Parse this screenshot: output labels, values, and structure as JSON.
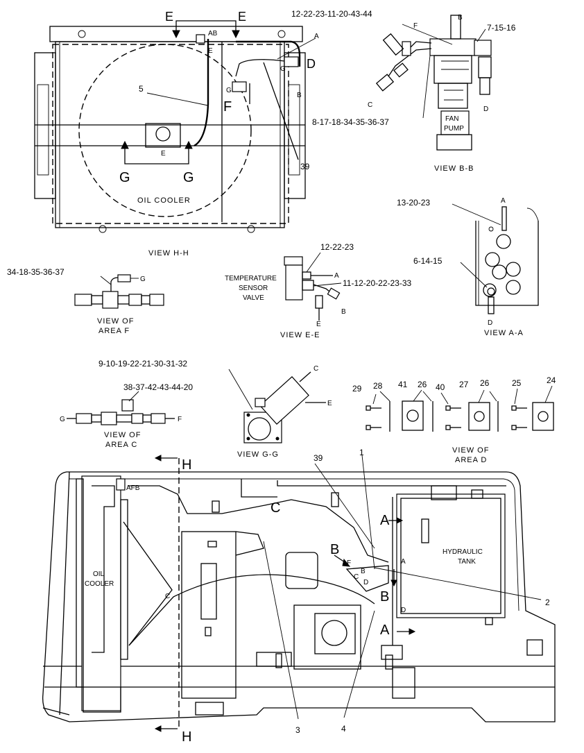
{
  "callouts": {
    "top_fittings": "12-22-23-11-20-43-44",
    "elbow": "7-15-16",
    "pump_fittings": "8-17-18-34-35-36-37",
    "item_5": "5",
    "item_39_top": "39",
    "a_a_top": "13-20-23",
    "a_a_mid": "6-14-15",
    "area_f": "34-18-35-36-37",
    "e_e_top": "12-22-23",
    "e_e_right": "11-12-20-22-23-33",
    "g_g": "9-10-19-22-21-30-31-32",
    "area_c": "38-37-42-43-44-20",
    "d_29": "29",
    "d_28": "28",
    "d_41": "41",
    "d_26a": "26",
    "d_40": "40",
    "d_27": "27",
    "d_26b": "26",
    "d_25": "25",
    "d_24": "24",
    "item_39_main": "39",
    "item_1": "1",
    "item_2": "2",
    "item_3": "3",
    "item_4": "4"
  },
  "views": {
    "h_h": "VIEW H-H",
    "b_b": "VIEW B-B",
    "a_a": "VIEW A-A",
    "e_e": "VIEW E-E",
    "area_f_1": "VIEW OF",
    "area_f_2": "AREA F",
    "area_c_1": "VIEW OF",
    "area_c_2": "AREA C",
    "g_g": "VIEW G-G",
    "area_d_1": "VIEW OF",
    "area_d_2": "AREA D"
  },
  "labels": {
    "oil_cooler": "OIL COOLER",
    "fan_1": "FAN",
    "fan_2": "PUMP",
    "temp_1": "TEMPERATURE",
    "temp_2": "SENSOR",
    "temp_3": "VALVE",
    "main_oil_1": "OIL",
    "main_oil_2": "COOLER",
    "hyd_1": "HYDRAULIC",
    "hyd_2": "TANK"
  },
  "letters": {
    "E": "E",
    "AB": "AB",
    "A": "A",
    "B": "B",
    "C": "C",
    "D": "D",
    "F": "F",
    "G": "G",
    "H": "H",
    "AFB": "AFB"
  }
}
